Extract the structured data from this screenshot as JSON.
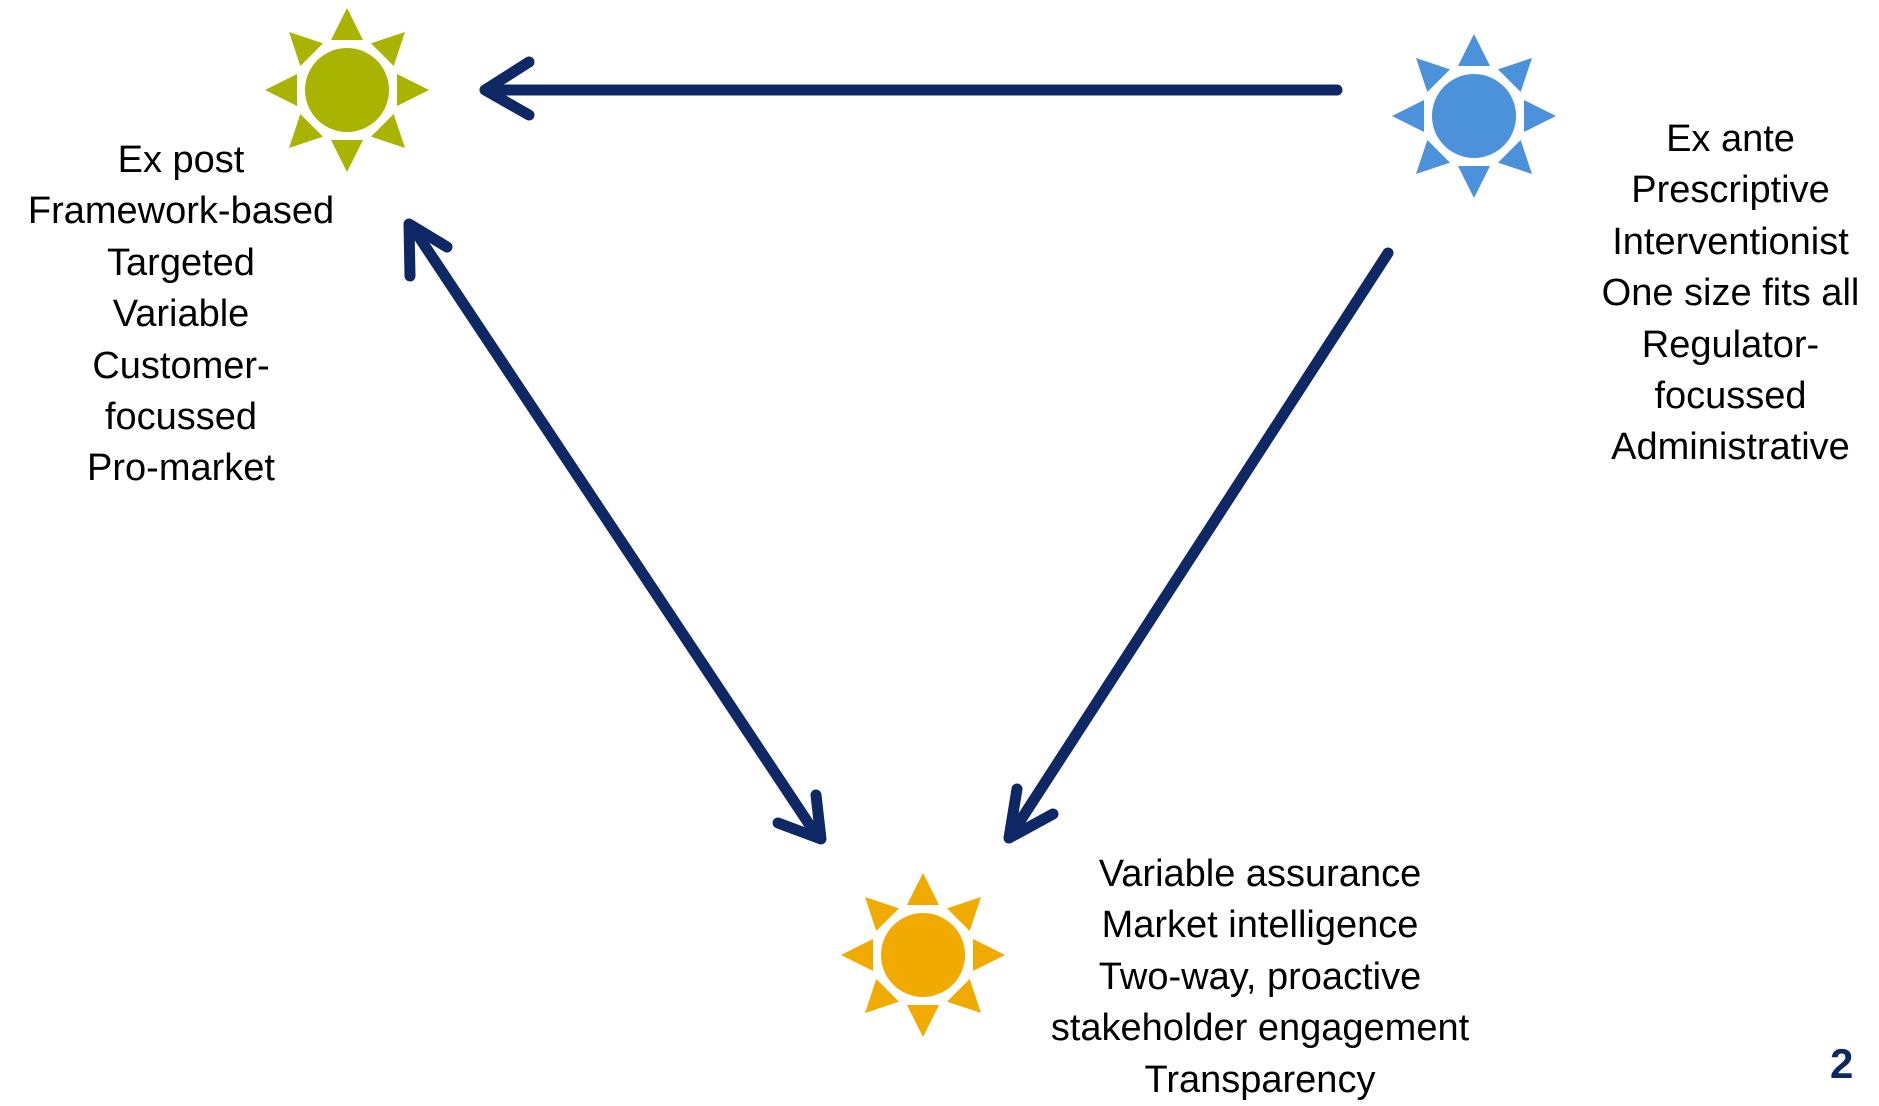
{
  "nodes": {
    "left": {
      "sun_color": "#a8b400",
      "lines": [
        "Ex post",
        "Framework-based",
        "Targeted",
        "Variable",
        "Customer-",
        "focussed",
        "Pro-market"
      ]
    },
    "right": {
      "sun_color": "#4b92db",
      "lines": [
        "Ex ante",
        "Prescriptive",
        "Interventionist",
        "One size fits all",
        "Regulator-",
        "focussed",
        "Administrative"
      ]
    },
    "bottom": {
      "sun_color": "#f0aa00",
      "lines": [
        "Variable assurance",
        "Market intelligence",
        "Two-way, proactive",
        "stakeholder engagement",
        "Transparency"
      ]
    }
  },
  "arrow_color": "#0d2865",
  "page_number": "2"
}
